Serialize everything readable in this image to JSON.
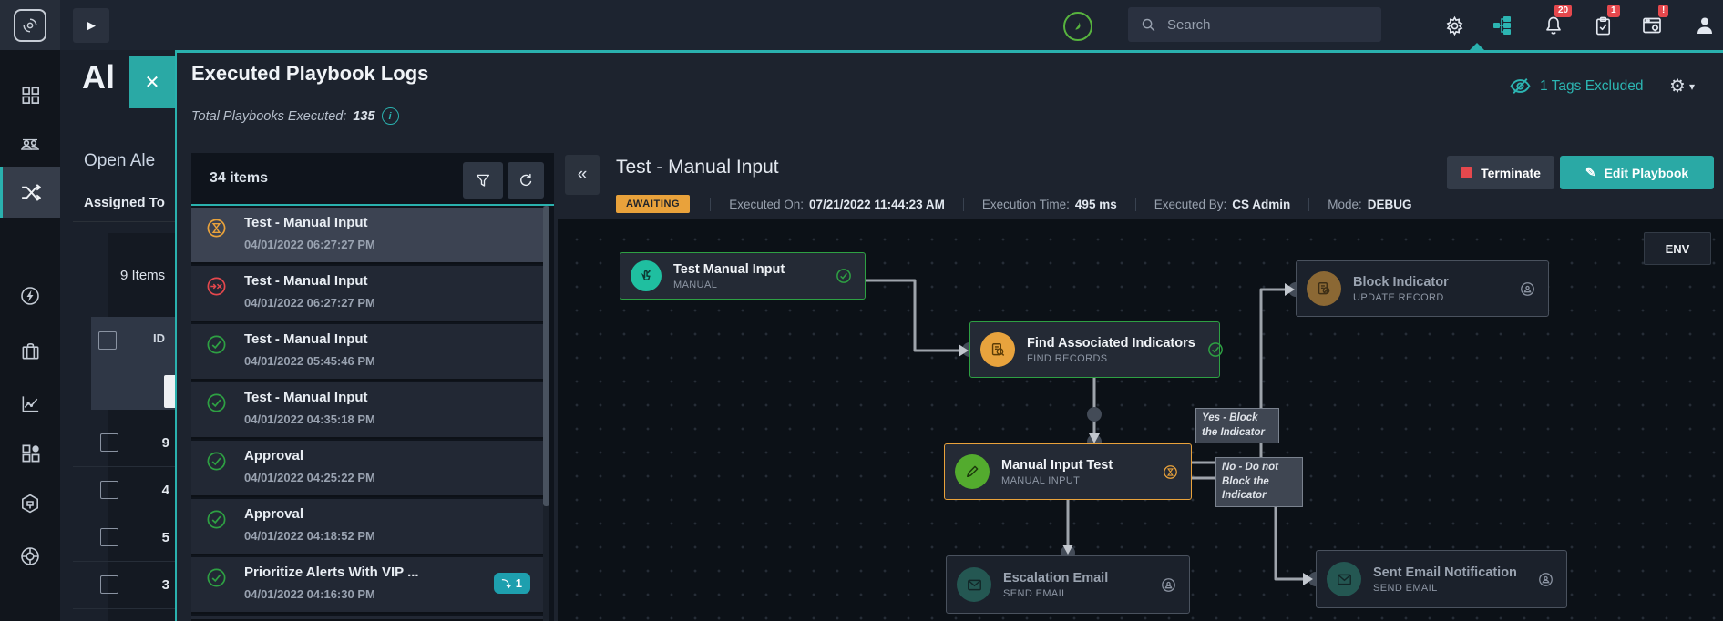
{
  "colors": {
    "accent": "#2ab1ae",
    "success": "#2ea043",
    "warning": "#e9a23b",
    "danger": "#e5484d"
  },
  "icons": {
    "search": "magnifier",
    "settings": "gear",
    "caret_down": "▾",
    "play": "▶",
    "collapse": "«",
    "close": "✕",
    "info": "i",
    "edit": "✎",
    "gear_glyph": "⚙"
  },
  "topbar": {
    "search_placeholder": "Search",
    "notifications_badge": "20",
    "approvals_badge": "1",
    "system_badge": "!"
  },
  "background": {
    "page_title": "Al",
    "section_title": "Open Ale",
    "filter_label": "Assigned To",
    "items_count": "9 Items",
    "id_header": "ID",
    "rows": [
      {
        "id": "9"
      },
      {
        "id": "4"
      },
      {
        "id": "5"
      },
      {
        "id": "3"
      }
    ]
  },
  "modal": {
    "title": "Executed Playbook Logs",
    "total_label": "Total Playbooks Executed:",
    "total_value": "135",
    "tags_excluded_label": "1 Tags Excluded",
    "list": {
      "count": "34 items",
      "items": [
        {
          "title": "Test - Manual Input",
          "time": "04/01/2022 06:27:27 PM",
          "status": "awaiting"
        },
        {
          "title": "Test - Manual Input",
          "time": "04/01/2022 06:27:27 PM",
          "status": "terminated"
        },
        {
          "title": "Test - Manual Input",
          "time": "04/01/2022 05:45:46 PM",
          "status": "success"
        },
        {
          "title": "Test - Manual Input",
          "time": "04/01/2022 04:35:18 PM",
          "status": "success"
        },
        {
          "title": "Approval",
          "time": "04/01/2022 04:25:22 PM",
          "status": "success"
        },
        {
          "title": "Approval",
          "time": "04/01/2022 04:18:52 PM",
          "status": "success"
        },
        {
          "title": "Prioritize Alerts With VIP ...",
          "time": "04/01/2022 04:16:30 PM",
          "status": "success",
          "badge": "1"
        }
      ]
    },
    "detail": {
      "title": "Test - Manual Input",
      "status_badge": "AWAITING",
      "meta": [
        {
          "label": "Executed On:",
          "value": "07/21/2022 11:44:23 AM"
        },
        {
          "label": "Execution Time:",
          "value": "495 ms"
        },
        {
          "label": "Executed By:",
          "value": "CS Admin"
        },
        {
          "label": "Mode:",
          "value": "DEBUG"
        }
      ],
      "terminate_label": "Terminate",
      "edit_label": "Edit Playbook",
      "env_label": "ENV",
      "nodes": [
        {
          "title": "Test Manual Input",
          "subtitle": "MANUAL",
          "state": "done"
        },
        {
          "title": "Find Associated Indicators",
          "subtitle": "FIND RECORDS",
          "state": "done"
        },
        {
          "title": "Block Indicator",
          "subtitle": "UPDATE RECORD",
          "state": "pending"
        },
        {
          "title": "Manual Input Test",
          "subtitle": "MANUAL INPUT",
          "state": "awaiting"
        },
        {
          "title": "Escalation Email",
          "subtitle": "SEND EMAIL",
          "state": "pending"
        },
        {
          "title": "Sent Email Notification",
          "subtitle": "SEND EMAIL",
          "state": "pending"
        }
      ],
      "edge_labels": [
        {
          "text": "Yes - Block the Indicator"
        },
        {
          "text": "No - Do not Block the Indicator"
        }
      ]
    }
  }
}
